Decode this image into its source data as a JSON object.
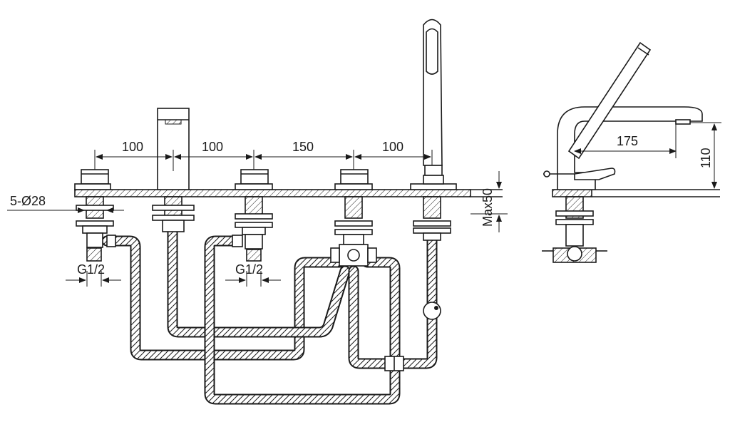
{
  "dimensions": {
    "spacing_1": "100",
    "spacing_2": "100",
    "spacing_3": "150",
    "spacing_4": "100",
    "holes": "5-Ø28",
    "thread_left": "G1/2",
    "thread_mid": "G1/2",
    "deck_max": "Max50",
    "spout_reach": "175",
    "spout_height": "110"
  }
}
